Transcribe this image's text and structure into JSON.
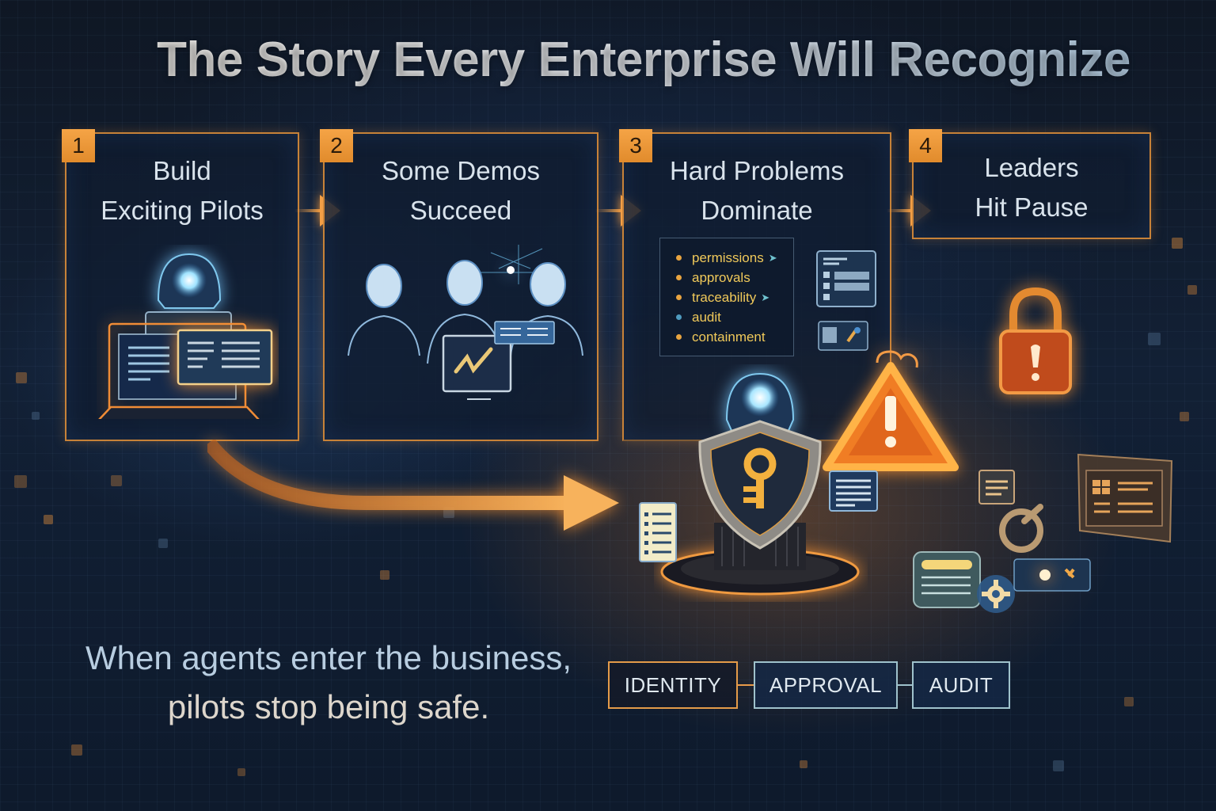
{
  "title": "The Story Every Enterprise Will Recognize",
  "steps": [
    {
      "number": "1",
      "line1": "Build",
      "line2": "Exciting Pilots",
      "illustration": "agent-at-laptop-icon"
    },
    {
      "number": "2",
      "line1": "Some Demos",
      "line2": "Succeed",
      "illustration": "team-with-chart-icon"
    },
    {
      "number": "3",
      "line1": "Hard Problems",
      "line2": "Dominate",
      "illustration": "issues-list"
    },
    {
      "number": "4",
      "line1": "Leaders",
      "line2": "Hit Pause",
      "illustration": "lock-warning-icon"
    }
  ],
  "issues": [
    {
      "label": "permissions",
      "dot": "orange",
      "chevron": true
    },
    {
      "label": "approvals",
      "dot": "orange",
      "chevron": false
    },
    {
      "label": "traceability",
      "dot": "orange",
      "chevron": true
    },
    {
      "label": "audit",
      "dot": "blue",
      "chevron": false
    },
    {
      "label": "containment",
      "dot": "orange",
      "chevron": false
    }
  ],
  "tagline": {
    "line1": "When agents enter the business,",
    "line2": "pilots stop being safe."
  },
  "badges": [
    {
      "label": "IDENTITY",
      "style": "orange"
    },
    {
      "label": "APPROVAL",
      "style": "teal"
    },
    {
      "label": "AUDIT",
      "style": "teal"
    }
  ],
  "colors": {
    "accent_orange": "#f4a148",
    "number_tile": "#e8962f",
    "issue_text": "#f0c95a",
    "background": "#122035",
    "glow_blue": "#8fd6ff"
  },
  "icons": [
    "ai-agent-icon",
    "laptop-icon",
    "document-icon",
    "people-icon",
    "chart-monitor-icon",
    "shield-key-icon",
    "warning-triangle-icon",
    "padlock-alert-icon",
    "gear-icon",
    "checklist-icon",
    "dashboard-icon"
  ]
}
